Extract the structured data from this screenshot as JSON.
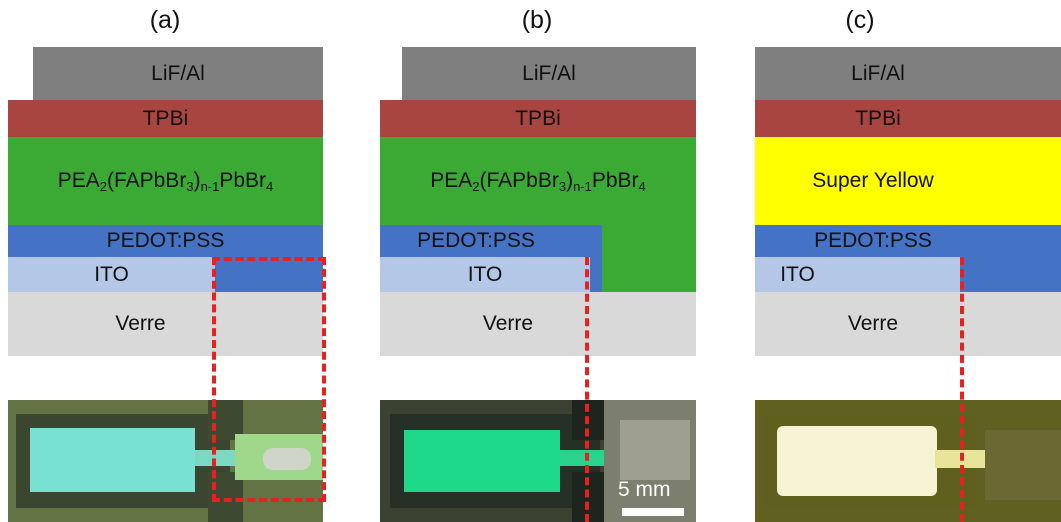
{
  "panels": [
    {
      "label": "(a)",
      "lif": "LiF/Al",
      "tpbi": "TPBi",
      "emitter_main": "PEA",
      "emitter_sub1": "2",
      "emitter_mid": "(FAPbBr",
      "emitter_sub2": "3",
      "emitter_close": ")",
      "emitter_sub3": "n-1",
      "emitter_end": "PbBr",
      "emitter_sub4": "4",
      "pedot": "PEDOT:PSS",
      "ito": "ITO",
      "verre": "Verre"
    },
    {
      "label": "(b)",
      "lif": "LiF/Al",
      "tpbi": "TPBi",
      "emitter_main": "PEA",
      "emitter_sub1": "2",
      "emitter_mid": "(FAPbBr",
      "emitter_sub2": "3",
      "emitter_close": ")",
      "emitter_sub3": "n-1",
      "emitter_end": "PbBr",
      "emitter_sub4": "4",
      "pedot": "PEDOT:PSS",
      "ito": "ITO",
      "verre": "Verre"
    },
    {
      "label": "(c)",
      "lif": "LiF/Al",
      "tpbi": "TPBi",
      "emitter": "Super Yellow",
      "pedot": "PEDOT:PSS",
      "ito": "ITO",
      "verre": "Verre"
    }
  ],
  "scale": "5 mm",
  "colors": {
    "lif": "#7f7f7f",
    "tpbi": "#a84540",
    "perovskite": "#3aaa35",
    "super_yellow": "#ffff00",
    "pedot": "#4472c4",
    "ito": "#b4c7e7",
    "glass": "#d9d9d9",
    "dash": "#e8201f"
  }
}
